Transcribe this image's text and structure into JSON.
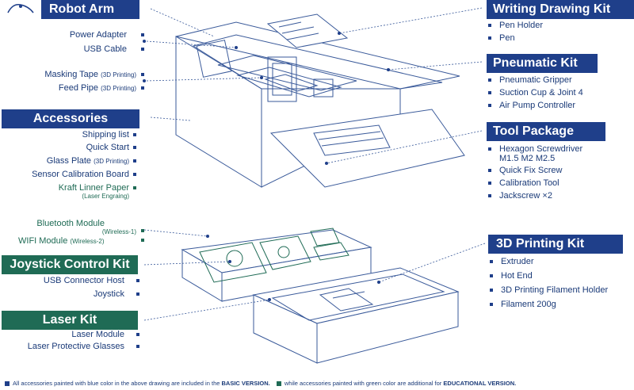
{
  "colors": {
    "blue": "#1f3f8a",
    "green": "#1f6b55",
    "line": "#3a5a9a"
  },
  "logo": {
    "icon": "robot-logo-icon"
  },
  "left": {
    "robot_arm": {
      "title": "Robot Arm",
      "items": [
        {
          "label": "Power Adapter",
          "sub": ""
        },
        {
          "label": "USB Cable",
          "sub": ""
        },
        {
          "label": "Masking Tape",
          "sub": "(3D Printing)"
        },
        {
          "label": "Feed Pipe",
          "sub": "(3D Printing)"
        }
      ]
    },
    "accessories": {
      "title": "Accessories",
      "items": [
        {
          "label": "Shipping list",
          "sub": ""
        },
        {
          "label": "Quick Start",
          "sub": ""
        },
        {
          "label": "Glass Plate",
          "sub": "(3D Printing)"
        },
        {
          "label": "Sensor Calibration Board",
          "sub": ""
        },
        {
          "label": "Kraft Linner Paper",
          "sub": "(Laser Engraing)"
        }
      ]
    },
    "wireless": [
      {
        "label": "Bluetooth Module",
        "sub": "(Wireless-1)"
      },
      {
        "label": "WIFI Module",
        "sub": "(Wireless-2)"
      }
    ],
    "joystick_kit": {
      "title": "Joystick Control Kit",
      "items": [
        "USB Connector Host",
        "Joystick"
      ]
    },
    "laser_kit": {
      "title": "Laser Kit",
      "items": [
        "Laser Module",
        "Laser Protective Glasses"
      ]
    }
  },
  "right": {
    "writing_kit": {
      "title": "Writing Drawing Kit",
      "items": [
        "Pen Holder",
        "Pen"
      ]
    },
    "pneumatic_kit": {
      "title": "Pneumatic Kit",
      "items": [
        "Pneumatic Gripper",
        "Suction Cup & Joint 4",
        "Air Pump Controller"
      ]
    },
    "tool_package": {
      "title": "Tool Package",
      "items": [
        "Hexagon Screwdriver",
        "M1.5 M2 M2.5",
        "Quick Fix Screw",
        "Calibration Tool",
        "Jackscrew ×2"
      ]
    },
    "printing_kit": {
      "title": "3D Printing Kit",
      "items": [
        "Extruder",
        "Hot End",
        "3D Printing Filament Holder",
        "Filament 200g"
      ]
    }
  },
  "legend": {
    "basic_text": "All accessories painted with blue color in the above drawing are included in the",
    "basic_version": "BASIC VERSION.",
    "edu_text": "while accessories painted with green color are additional for",
    "edu_version": "EDUCATIONAL VERSION."
  }
}
